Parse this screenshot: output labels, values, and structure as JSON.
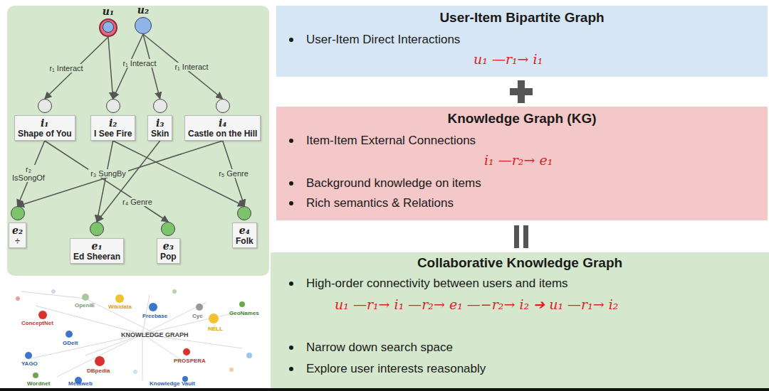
{
  "diagram": {
    "nodes": [
      {
        "text": [
          "u₁"
        ]
      },
      {
        "text": [
          "u₂"
        ]
      },
      {
        "text": [
          "i₁",
          "Shape of You"
        ]
      },
      {
        "text": [
          "i₂",
          "I See Fire"
        ]
      },
      {
        "text": [
          "i₃",
          "Skin"
        ]
      },
      {
        "text": [
          "i₄",
          "Castle on the Hill"
        ]
      },
      {
        "text": [
          "e₂",
          "÷"
        ]
      },
      {
        "text": [
          "e₁",
          "Ed Sheeran"
        ]
      },
      {
        "text": [
          "e₃",
          "Pop"
        ]
      },
      {
        "text": [
          "e₄",
          "Folk"
        ]
      },
      {
        "text": [
          "User-Item Bipartite Graph",
          "User-Item Direct Interactions",
          "u₁ —r₁→ i₁"
        ]
      },
      {
        "text": [
          "Knowledge Graph (KG)",
          "Item-Item External Connections",
          "i₁ —r₂→ e₁",
          "Background knowledge on items",
          "Rich semantics & Relations"
        ]
      },
      {
        "text": [
          "Collaborative Knowledge Graph",
          "High-order connectivity between users and items",
          "u₁ —r₁→ i₁ —r₂→ e₁ —−r₂→ i₂ ➔ u₁ —r₁→ i₂",
          "Narrow down search space",
          "Explore user interests reasonably"
        ]
      }
    ],
    "edges": [
      {
        "from": 0,
        "to": 2,
        "arrow": "to",
        "label": "r₁ Interact"
      },
      {
        "from": 0,
        "to": 3,
        "arrow": "to"
      },
      {
        "from": 1,
        "to": 3,
        "arrow": "to",
        "label": "r₁ Interact"
      },
      {
        "from": 1,
        "to": 4,
        "arrow": "to"
      },
      {
        "from": 1,
        "to": 5,
        "arrow": "to",
        "label": "r₁ Interact"
      },
      {
        "from": 2,
        "to": 6,
        "arrow": "to",
        "label": "r₂ IsSongOf"
      },
      {
        "from": 2,
        "to": 8,
        "arrow": "to",
        "label": "r₄ Genre"
      },
      {
        "from": 3,
        "to": 7,
        "arrow": "to",
        "label": "r₃ SungBy"
      },
      {
        "from": 3,
        "to": 9,
        "arrow": "to"
      },
      {
        "from": 4,
        "to": 7,
        "arrow": "to"
      },
      {
        "from": 5,
        "to": 6,
        "arrow": "to"
      },
      {
        "from": 5,
        "to": 9,
        "arrow": "to",
        "label": "r₅ Genre"
      }
    ],
    "labels": [
      "ConceptNet",
      "OpenIE",
      "Wikidata",
      "Freebase",
      "Cyc",
      "GeoNames",
      "NELL",
      "GDelt",
      "KNOWLEDGE GRAPH",
      "YAGO",
      "DBpedia",
      "PROSPERA",
      "Wordnet",
      "Metaweb",
      "Knowledge Vault"
    ]
  }
}
